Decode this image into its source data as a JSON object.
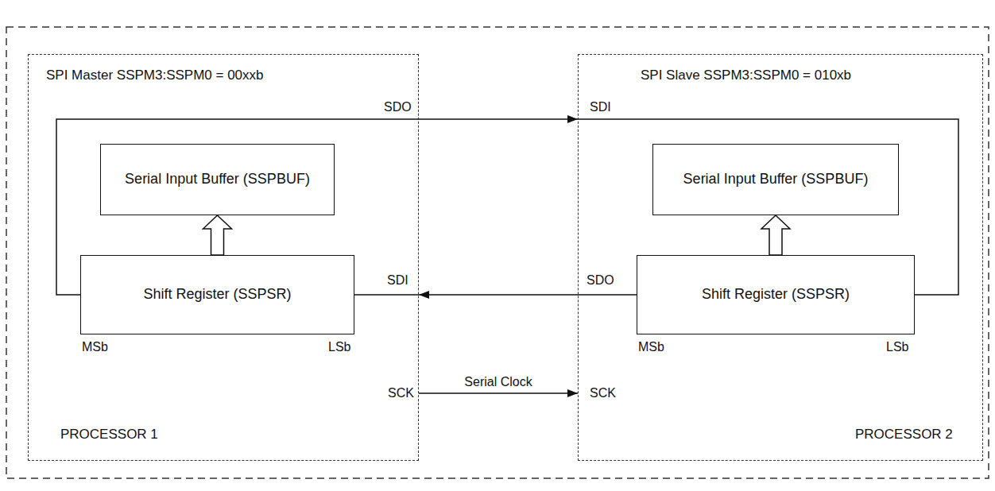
{
  "diagram": {
    "nodes": [
      {
        "text": [
          "SPI Master SSPM3:SSPM0 = 00xxb",
          "PROCESSOR 1"
        ]
      },
      {
        "text": [
          "Serial Input Buffer (SSPBUF)"
        ],
        "in": 0
      },
      {
        "text": [
          "Shift Register (SSPSR)"
        ],
        "in": 0
      },
      {
        "text": [
          "SPI Slave SSPM3:SSPM0 = 010xb",
          "PROCESSOR 2"
        ]
      },
      {
        "text": [
          "Serial Input Buffer (SSPBUF)"
        ],
        "in": 3
      },
      {
        "text": [
          "Shift Register (SSPSR)"
        ],
        "in": 3
      }
    ],
    "edges": [
      {
        "from": 2,
        "to": 1,
        "arrow": "to"
      },
      {
        "from": 2,
        "to": 5,
        "arrow": "to"
      },
      {
        "from": 5,
        "to": 2,
        "arrow": "to"
      },
      {
        "from": 0,
        "to": 3,
        "label": "Serial Clock",
        "arrow": "to"
      },
      {
        "from": 5,
        "to": 4,
        "arrow": "to"
      }
    ],
    "labels": [
      "SDO",
      "SDI",
      "SDI",
      "SDO",
      "MSb",
      "LSb",
      "MSb",
      "LSb",
      "SCK",
      "SCK"
    ]
  }
}
